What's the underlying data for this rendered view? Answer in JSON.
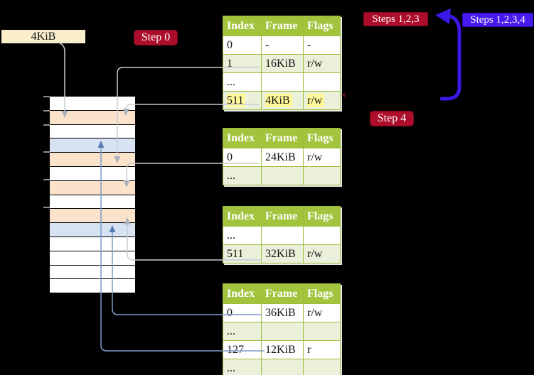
{
  "diagram": {
    "frame_size_label": "4KiB",
    "badges": {
      "step0": "Step 0",
      "steps123": "Steps 1,2,3",
      "steps1234": "Steps 1,2,3,4",
      "step4": "Step 4"
    },
    "tables": [
      {
        "name": "page-table-top",
        "headers": [
          "Index",
          "Frame",
          "Flags"
        ],
        "rows": [
          {
            "cells": [
              "0",
              "-",
              "-"
            ],
            "shaded": false,
            "highlighted": false
          },
          {
            "cells": [
              "1",
              "16KiB",
              "r/w"
            ],
            "shaded": true,
            "highlighted": false
          },
          {
            "cells": [
              "...",
              "",
              ""
            ],
            "shaded": false,
            "highlighted": false
          },
          {
            "cells": [
              "511",
              "4KiB",
              "r/w"
            ],
            "shaded": true,
            "highlighted": true
          }
        ]
      },
      {
        "name": "page-table-second",
        "headers": [
          "Index",
          "Frame",
          "Flags"
        ],
        "rows": [
          {
            "cells": [
              "0",
              "24KiB",
              "r/w"
            ],
            "shaded": false,
            "highlighted": false
          },
          {
            "cells": [
              "...",
              "",
              ""
            ],
            "shaded": true,
            "highlighted": false
          }
        ]
      },
      {
        "name": "page-table-third",
        "headers": [
          "Index",
          "Frame",
          "Flags"
        ],
        "rows": [
          {
            "cells": [
              "...",
              "",
              ""
            ],
            "shaded": false,
            "highlighted": false
          },
          {
            "cells": [
              "511",
              "32KiB",
              "r/w"
            ],
            "shaded": true,
            "highlighted": false
          }
        ]
      },
      {
        "name": "page-table-bottom",
        "headers": [
          "Index",
          "Frame",
          "Flags"
        ],
        "rows": [
          {
            "cells": [
              "0",
              "36KiB",
              "r/w"
            ],
            "shaded": false,
            "highlighted": false
          },
          {
            "cells": [
              "...",
              "",
              ""
            ],
            "shaded": true,
            "highlighted": false
          },
          {
            "cells": [
              "127",
              "12KiB",
              "r"
            ],
            "shaded": false,
            "highlighted": false
          },
          {
            "cells": [
              "...",
              "",
              ""
            ],
            "shaded": true,
            "highlighted": false
          }
        ]
      }
    ],
    "memory": {
      "rows": [
        "white",
        "peach",
        "white",
        "blue",
        "peach",
        "white",
        "peach",
        "white",
        "peach",
        "blue",
        "white",
        "white",
        "white",
        "white"
      ],
      "ticks": [
        135,
        155,
        175,
        213,
        252,
        291
      ]
    },
    "colors": {
      "table_header_bg": "#A2C33C",
      "table_row_shade": "#EAF0DA",
      "table_grid": "#9DBD3C",
      "highlight_yellow": "#FFF999",
      "badge_red": "#AC0D2B",
      "badge_blue": "#4619EE",
      "memory_peach": "#FBE3CB",
      "memory_blue": "#D7E2F2",
      "connector_gray": "#C7CBD2",
      "connector_blue": "#7D9CCB",
      "big_arrow_blue": "#3D17E6",
      "legend_cream": "#FAEECA"
    }
  }
}
